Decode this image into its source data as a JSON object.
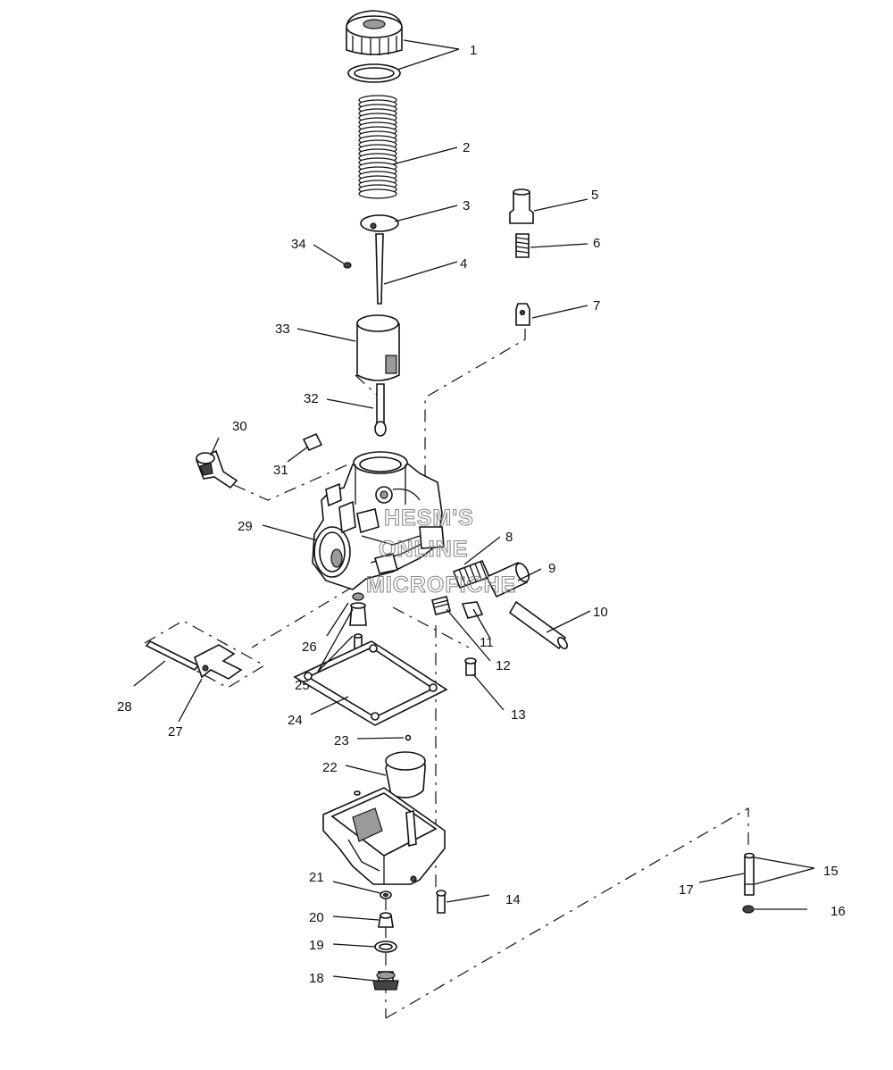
{
  "diagram": {
    "callouts": [
      "1",
      "2",
      "3",
      "4",
      "5",
      "6",
      "7",
      "8",
      "9",
      "10",
      "11",
      "12",
      "13",
      "14",
      "15",
      "16",
      "17",
      "18",
      "19",
      "20",
      "21",
      "22",
      "23",
      "24",
      "25",
      "26",
      "27",
      "28",
      "29",
      "30",
      "31",
      "32",
      "33",
      "34"
    ],
    "watermark": [
      "HESM'S",
      "ONLINE",
      "MICROFICHE"
    ]
  }
}
